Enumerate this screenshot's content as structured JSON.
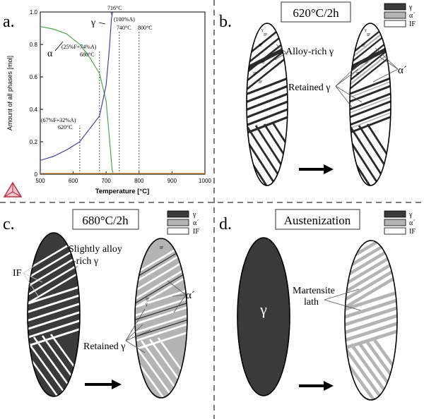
{
  "panels": {
    "a": {
      "letter": "a.",
      "chart_data": {
        "type": "line",
        "xlabel": "Temperature [°C]",
        "ylabel": "Amount of all phases [mol]",
        "xlim": [
          500,
          1000
        ],
        "ylim": [
          0,
          1.0
        ],
        "x_ticks": [
          "500",
          "600",
          "700",
          "800",
          "900",
          "1000"
        ],
        "y_ticks": [
          "0",
          "0.2",
          "0.4",
          "0.6",
          "0.8",
          "1.0"
        ],
        "grid": false,
        "series": [
          {
            "name": "α",
            "color": "#3f9f3f",
            "points": [
              [
                500,
                0.91
              ],
              [
                540,
                0.895
              ],
              [
                580,
                0.865
              ],
              [
                620,
                0.8
              ],
              [
                650,
                0.72
              ],
              [
                680,
                0.62
              ],
              [
                700,
                0.45
              ],
              [
                710,
                0.22
              ],
              [
                718,
                0.03
              ],
              [
                722,
                0.0
              ]
            ]
          },
          {
            "name": "γ",
            "color": "#3535a8",
            "points": [
              [
                500,
                0.085
              ],
              [
                540,
                0.11
              ],
              [
                580,
                0.15
              ],
              [
                620,
                0.2
              ],
              [
                650,
                0.28
              ],
              [
                680,
                0.36
              ],
              [
                700,
                0.55
              ],
              [
                710,
                0.78
              ],
              [
                716,
                0.96
              ],
              [
                720,
                1.0
              ]
            ]
          },
          {
            "name": "",
            "color": "#d98a2b",
            "points": [
              [
                500,
                0.005
              ],
              [
                1000,
                0.005
              ]
            ]
          }
        ],
        "annotations": {
          "alpha_label": "α",
          "gamma_label": "γ",
          "t716": "716°C",
          "full_a": "(100%A)",
          "t740": "740°C",
          "t800": "800°C",
          "comp680": "(25%F+74%A)",
          "t680": "680°C",
          "comp620": "(67%F+32%A)",
          "t620": "620°C"
        },
        "reference_lines_x": [
          620,
          680,
          740,
          800
        ]
      }
    },
    "b": {
      "letter": "b.",
      "title": "620°C/2h",
      "label_alloy": "Alloy-rich γ",
      "label_alpha": "α´",
      "label_retained": "Retained γ",
      "if_labels": [
        "γ",
        "IF",
        "IF",
        "IF",
        "IF",
        "IF"
      ],
      "if_labels_right": [
        "γ",
        "IF",
        "IF",
        "IF",
        "IF"
      ]
    },
    "c": {
      "letter": "c.",
      "title": "680°C/2h",
      "label_slight1": "Slightly alloy",
      "label_slight2": "-rich γ",
      "label_if": "IF",
      "label_alpha": "α´",
      "label_retained": "Retained γ",
      "if_labels_right": [
        "IF",
        "IF",
        "γ"
      ]
    },
    "d": {
      "letter": "d.",
      "title": "Austenization",
      "label_gamma": "γ",
      "label_mart1": "Martensite",
      "label_mart2": "lath"
    }
  },
  "legend": {
    "items": [
      {
        "label": "γ",
        "color": "#3a3a3a"
      },
      {
        "label": "α´",
        "color": "#b4b4b4"
      },
      {
        "label": "IF",
        "color": "#ffffff"
      }
    ]
  },
  "colors": {
    "gamma": "#3a3a3a",
    "martensite": "#b4b4b4",
    "interface": "#ffffff",
    "alpha_curve": "#3f9f3f",
    "gamma_curve": "#3535a8"
  }
}
